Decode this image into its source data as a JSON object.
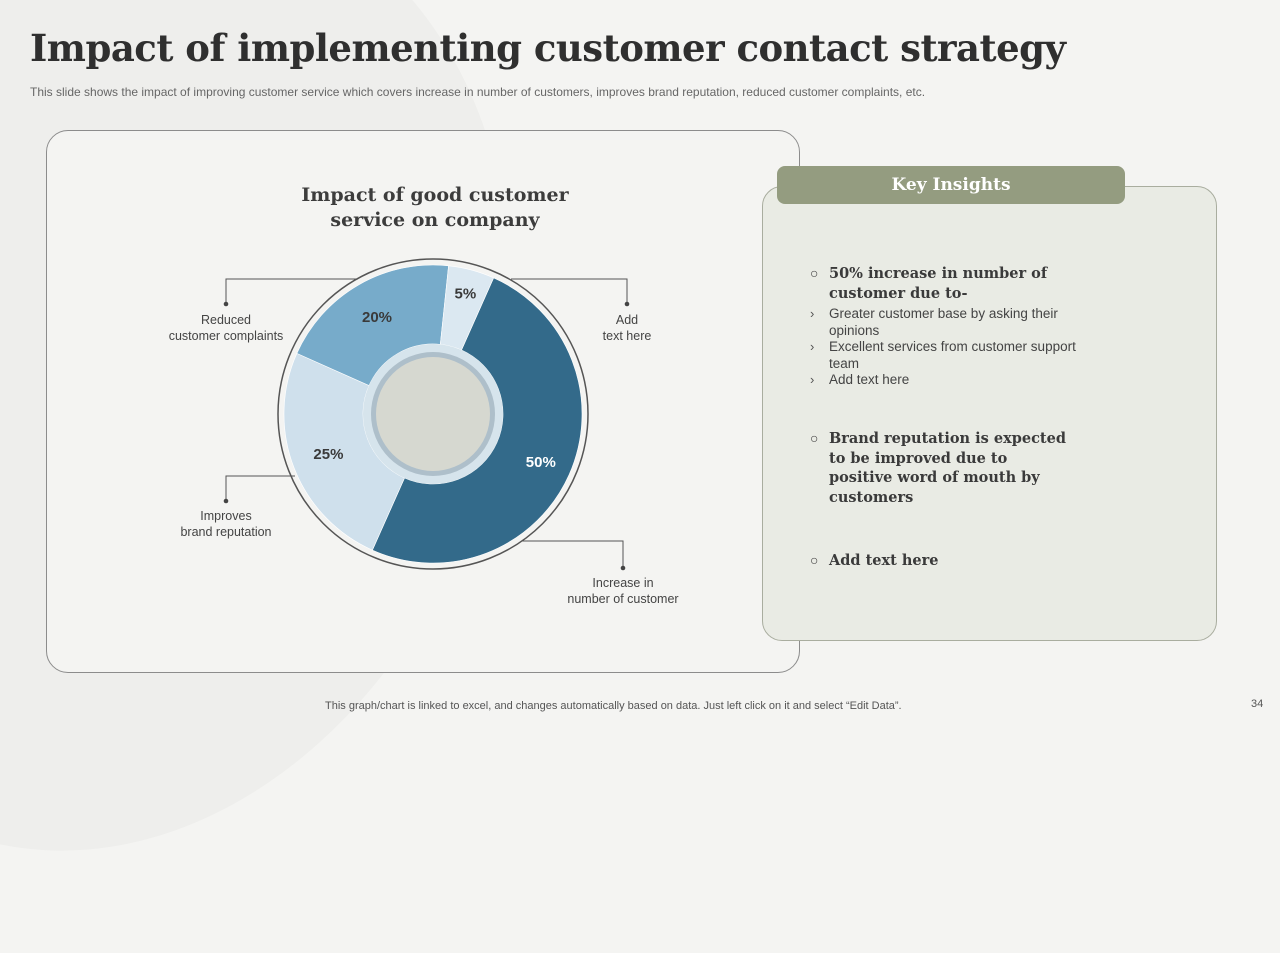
{
  "slide": {
    "title": "Impact of implementing customer contact strategy",
    "subtitle": "This slide shows the impact of improving customer service which covers increase in number of customers, improves brand reputation, reduced customer complaints, etc.",
    "footer": "This graph/chart is linked to excel,  and changes automatically based on data. Just left click on it and select “Edit Data”.",
    "page_number": "34"
  },
  "chart_data": {
    "type": "pie",
    "variant": "donut",
    "title": "Impact of good customer service on company",
    "slices": [
      {
        "label": "Increase in number of customer",
        "label_lines": [
          "Increase in",
          "number of customer"
        ],
        "value": 50,
        "value_label": "50%",
        "color": "#336a8a",
        "value_text_color": "#ffffff"
      },
      {
        "label": "Improves brand reputation",
        "label_lines": [
          "Improves",
          "brand reputation"
        ],
        "value": 25,
        "value_label": "25%",
        "color": "#cfe0ec",
        "value_text_color": "#3a3a3a"
      },
      {
        "label": "Reduced customer complaints",
        "label_lines": [
          "Reduced",
          "customer complaints"
        ],
        "value": 20,
        "value_label": "20%",
        "color": "#77abca",
        "value_text_color": "#3a3a3a"
      },
      {
        "label": "Add text here",
        "label_lines": [
          "Add",
          "text here"
        ],
        "value": 5,
        "value_label": "5%",
        "color": "#dbe8f1",
        "value_text_color": "#3a3a3a"
      }
    ],
    "colors": {
      "ring_outline": "#555555",
      "inner_ring": "#d6e4ec",
      "center": "#d6d8d0"
    }
  },
  "insights": {
    "header": "Key Insights",
    "items": [
      {
        "head": "50% increase in number of customer due to-",
        "subitems": [
          "Greater customer base by asking their opinions",
          "Excellent services from customer support team",
          "Add text here"
        ]
      },
      {
        "head": "Brand reputation is expected to be improved due to positive word of mouth by customers",
        "subitems": []
      },
      {
        "head": "Add text here",
        "subitems": []
      }
    ]
  },
  "colors": {
    "accent_header": "#949c80",
    "panel_bg": "#e9ebe4"
  }
}
